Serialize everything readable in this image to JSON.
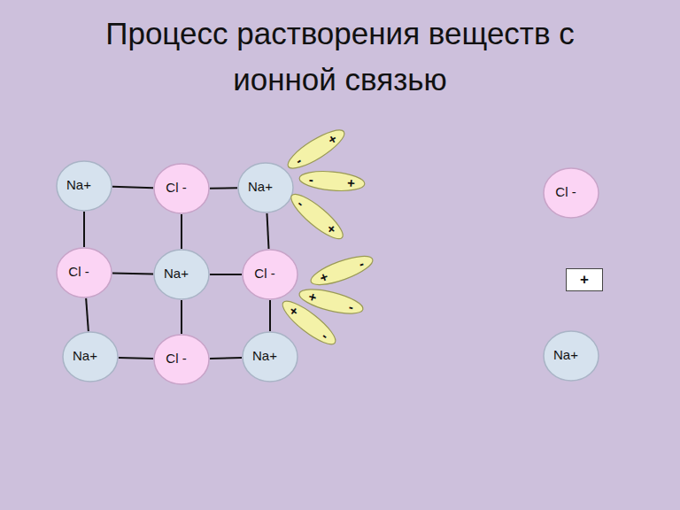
{
  "diagram": {
    "title": "Процесс растворения веществ с ионной связью",
    "nodes": [
      {
        "text": [
          "Na+"
        ]
      },
      {
        "text": [
          "Cl -"
        ]
      },
      {
        "text": [
          "Na+"
        ]
      },
      {
        "text": [
          "Cl -"
        ]
      },
      {
        "text": [
          "Na+"
        ]
      },
      {
        "text": [
          "Cl -"
        ]
      },
      {
        "text": [
          "Na+"
        ]
      },
      {
        "text": [
          "Cl -"
        ]
      },
      {
        "text": [
          "Na+"
        ]
      },
      {
        "text": [
          "Cl -"
        ]
      },
      {
        "text": [
          "+"
        ]
      },
      {
        "text": [
          "Na+"
        ]
      },
      {
        "text": [
          "-",
          "+"
        ]
      },
      {
        "text": [
          "-",
          "+"
        ]
      },
      {
        "text": [
          "-",
          "+"
        ]
      },
      {
        "text": [
          "+",
          "-"
        ]
      },
      {
        "text": [
          "+",
          "-"
        ]
      },
      {
        "text": [
          "+",
          "-"
        ]
      }
    ],
    "edges": [
      {
        "from": 0,
        "to": 1,
        "arrow": "none"
      },
      {
        "from": 1,
        "to": 2,
        "arrow": "none"
      },
      {
        "from": 3,
        "to": 4,
        "arrow": "none"
      },
      {
        "from": 4,
        "to": 5,
        "arrow": "none"
      },
      {
        "from": 6,
        "to": 7,
        "arrow": "none"
      },
      {
        "from": 7,
        "to": 8,
        "arrow": "none"
      },
      {
        "from": 0,
        "to": 3,
        "arrow": "none"
      },
      {
        "from": 3,
        "to": 6,
        "arrow": "none"
      },
      {
        "from": 1,
        "to": 4,
        "arrow": "none"
      },
      {
        "from": 4,
        "to": 7,
        "arrow": "none"
      },
      {
        "from": 2,
        "to": 5,
        "arrow": "none"
      },
      {
        "from": 5,
        "to": 8,
        "arrow": "none"
      }
    ]
  }
}
